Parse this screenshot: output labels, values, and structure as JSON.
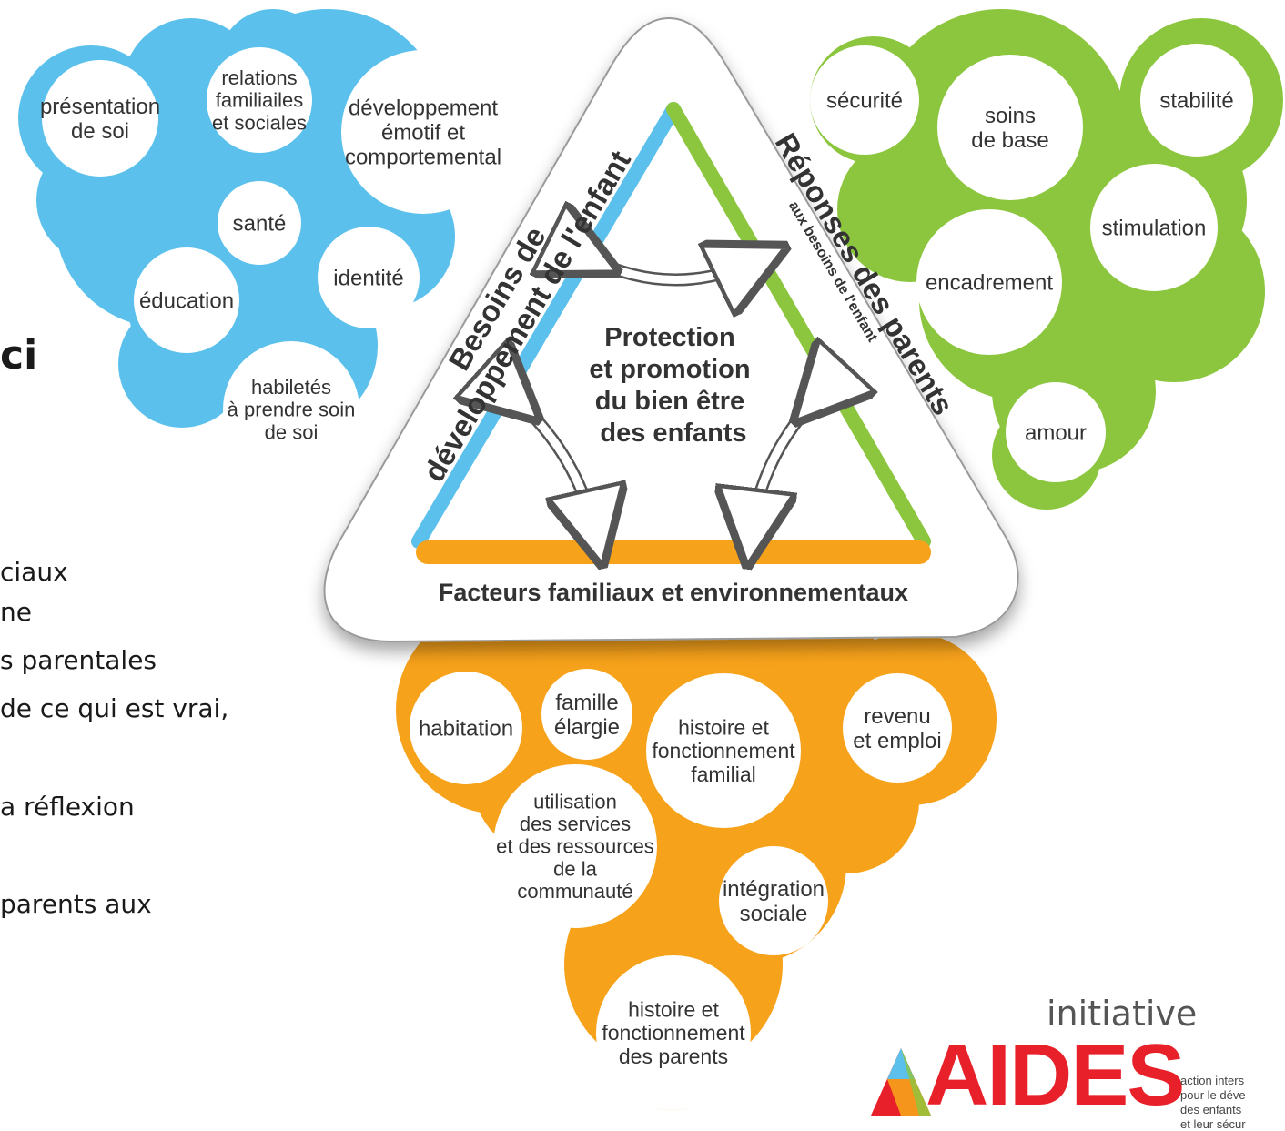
{
  "slide": {
    "title_fragment": "ci",
    "bullets": [
      "ciaux",
      "ne",
      "s parentales",
      " de ce qui est vrai,",
      "a réflexion",
      " parents aux"
    ]
  },
  "triangle": {
    "center_text": [
      "Protection",
      "et promotion",
      "du bien être",
      "des enfants"
    ],
    "left_side": [
      "Besoins de",
      "développement de l'enfant"
    ],
    "right_side": "Réponses des parents",
    "right_side_sub": "aux besoins de l'enfant",
    "bottom_side": "Facteurs familiaux et environnementaux"
  },
  "child_needs": {
    "color": "#5bc0eb",
    "items": [
      {
        "id": "presentation",
        "lines": [
          "présentation",
          "de soi"
        ]
      },
      {
        "id": "relations",
        "lines": [
          "relations",
          "familiailes",
          "et sociales"
        ]
      },
      {
        "id": "developpement",
        "lines": [
          "développement",
          "émotif et",
          "comportemental"
        ]
      },
      {
        "id": "sante",
        "lines": [
          "santé"
        ]
      },
      {
        "id": "identite",
        "lines": [
          "identité"
        ]
      },
      {
        "id": "education",
        "lines": [
          "éducation"
        ]
      },
      {
        "id": "habiletes",
        "lines": [
          "habiletés",
          "à prendre soin",
          "de soi"
        ]
      }
    ]
  },
  "parent_responses": {
    "color": "#8cc63f",
    "items": [
      {
        "id": "securite",
        "lines": [
          "sécurité"
        ]
      },
      {
        "id": "soins",
        "lines": [
          "soins",
          "de base"
        ]
      },
      {
        "id": "stabilite",
        "lines": [
          "stabilité"
        ]
      },
      {
        "id": "stimulation",
        "lines": [
          "stimulation"
        ]
      },
      {
        "id": "encadrement",
        "lines": [
          "encadrement"
        ]
      },
      {
        "id": "amour",
        "lines": [
          "amour"
        ]
      }
    ]
  },
  "family_factors": {
    "color": "#f7a21b",
    "items": [
      {
        "id": "habitation",
        "lines": [
          "habitation"
        ]
      },
      {
        "id": "famille",
        "lines": [
          "famille",
          "élargie"
        ]
      },
      {
        "id": "histoire_familial",
        "lines": [
          "histoire et",
          "fonctionnement",
          "familial"
        ]
      },
      {
        "id": "revenu",
        "lines": [
          "revenu",
          "et emploi"
        ]
      },
      {
        "id": "utilisation",
        "lines": [
          "utilisation",
          "des services",
          "et des ressources",
          "de la",
          "communauté"
        ]
      },
      {
        "id": "integration",
        "lines": [
          "intégration",
          "sociale"
        ]
      },
      {
        "id": "histoire_parents",
        "lines": [
          "histoire et",
          "fonctionnement",
          "des parents"
        ]
      }
    ]
  },
  "logo": {
    "word": "initiative",
    "brand": "AIDES",
    "tagline": [
      "action inters",
      "pour le déve",
      "des enfants",
      "et leur sécur"
    ],
    "colors": {
      "red": "#e8202a",
      "orange": "#f7a21b",
      "blue": "#5bc0eb",
      "green": "#8cc63f"
    }
  }
}
